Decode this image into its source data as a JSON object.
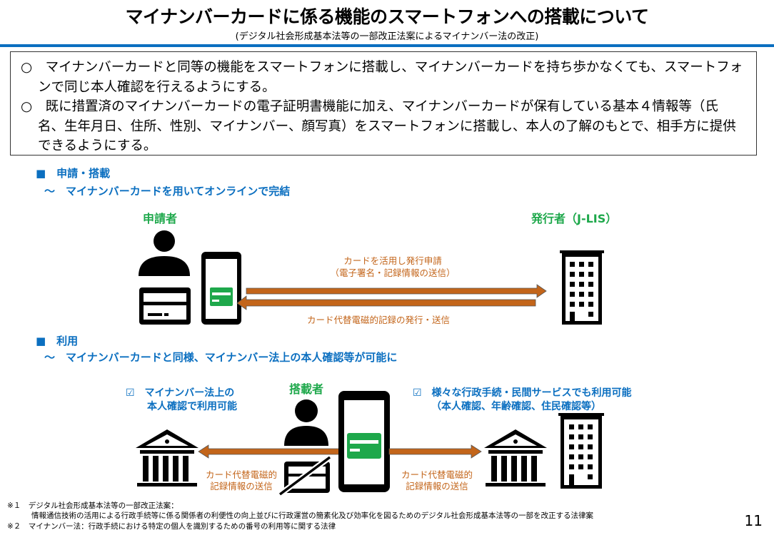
{
  "header": {
    "title": "マイナンバーカードに係る機能のスマートフォンへの搭載について",
    "subtitle": "(デジタル社会形成基本法等の一部改正法案によるマイナンバー法の改正)"
  },
  "summary": {
    "items": [
      "○　マイナンバーカードと同等の機能をスマートフォンに搭載し、マイナンバーカードを持ち歩かなくても、スマートフォンで同じ本人確認を行えるようにする。",
      "○　既に措置済のマイナンバーカードの電子証明書機能に加え、マイナンバーカードが保有している基本４情報等（氏名、生年月日、住所、性別、マイナンバー、顔写真）をスマートフォンに搭載し、本人の了解のもとで、相手方に提供できるようにする。"
    ]
  },
  "section1": {
    "heading": "■　申請・搭載",
    "subheading": "～　マイナンバーカードを用いてオンラインで完結",
    "applicant_label": "申請者",
    "issuer_label": "発行者（J-LIS）",
    "arrow_top_label_1": "カードを活用し発行申請",
    "arrow_top_label_2": "（電子署名・記録情報の送信）",
    "arrow_bottom_label": "カード代替電磁的記録の発行・送信"
  },
  "section2": {
    "heading": "■　利用",
    "subheading": "～　マイナンバーカードと同様、マイナンバー法上の本人確認等が可能に",
    "holder_label": "搭載者",
    "left_note_1": "☑　マイナンバー法上の",
    "left_note_2": "本人確認で利用可能",
    "right_note_1": "☑　様々な行政手続・民間サービスでも利用可能",
    "right_note_2": "（本人確認、年齢確認、住民確認等）",
    "left_arrow_label_1": "カード代替電磁的",
    "left_arrow_label_2": "記録情報の送信",
    "right_arrow_label_1": "カード代替電磁的",
    "right_arrow_label_2": "記録情報の送信"
  },
  "footnotes": {
    "note1_label": "※１　デジタル社会形成基本法等の一部改正法案：",
    "note1_text": "情報通信技術の活用による行政手続等に係る関係者の利便性の向上並びに行政運営の簡素化及び効率化を図るためのデジタル社会形成基本法等の一部を改正する法律案",
    "note2": "※２　マイナンバー法：行政手続における特定の個人を識別するための番号の利用等に関する法律"
  },
  "page_number": "11",
  "colors": {
    "accent_blue": "#0b6fc0",
    "green": "#1ea84b",
    "orange": "#c3651a",
    "arrow_fill": "#c3651a"
  }
}
